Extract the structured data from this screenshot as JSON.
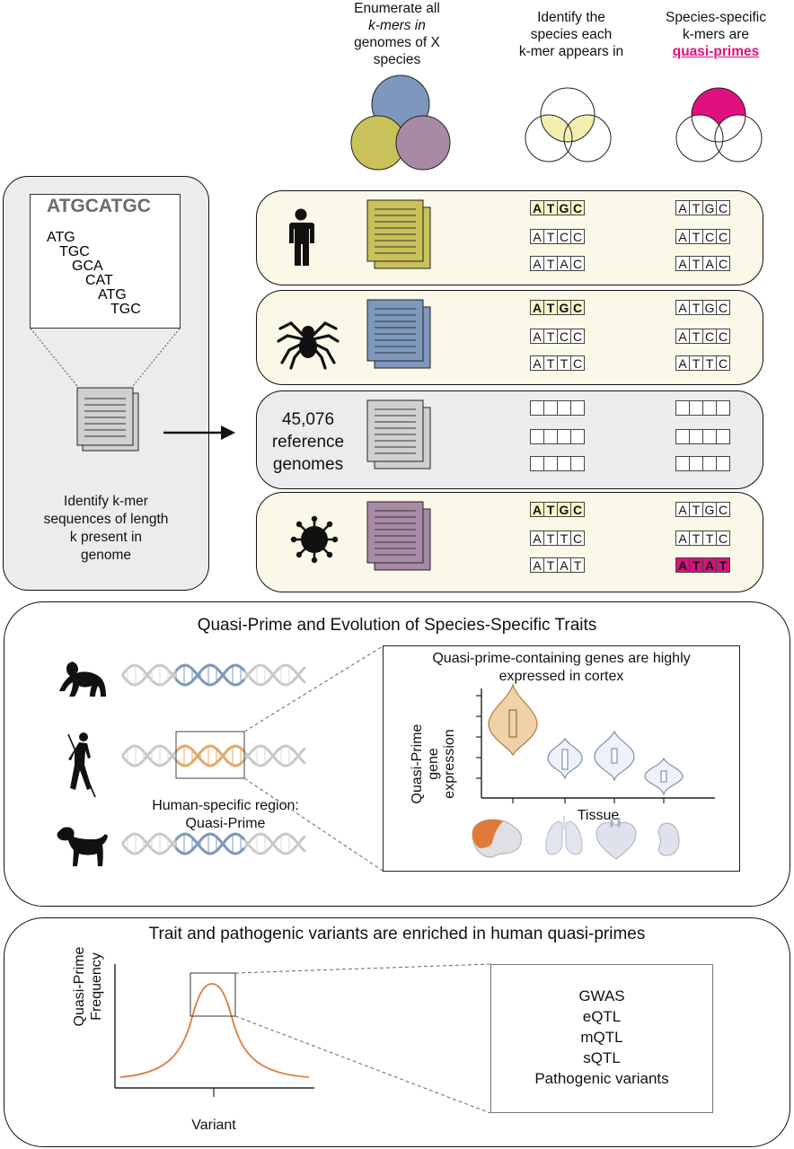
{
  "header": {
    "step1": [
      "Enumerate all",
      "k-mers in",
      "genomes of X",
      "species"
    ],
    "step2": [
      "Identify the",
      "species each",
      "k-mer appears in"
    ],
    "step3_line1": "Species-specific",
    "step3_line2_pre": "k-mers are",
    "step3_link": "quasi-primes"
  },
  "left_panel": {
    "sequence": "ATGCATGC",
    "kmers": [
      "ATG",
      "TGC",
      "GCA",
      "CAT",
      "ATG",
      "TGC"
    ],
    "caption": [
      "Identify k-mer",
      "sequences of length",
      "k present in",
      "genome"
    ]
  },
  "rows": [
    {
      "icon": "human-icon",
      "doc_color": "#c9c159",
      "mid": [
        {
          "t": "ATGC",
          "s": "hl"
        },
        {
          "t": "ATCC",
          "s": ""
        },
        {
          "t": "ATAC",
          "s": ""
        }
      ],
      "right": [
        {
          "t": "ATGC",
          "s": ""
        },
        {
          "t": "ATCC",
          "s": ""
        },
        {
          "t": "ATAC",
          "s": ""
        }
      ]
    },
    {
      "icon": "spider-icon",
      "doc_color": "#7d98bc",
      "mid": [
        {
          "t": "ATGC",
          "s": "hl"
        },
        {
          "t": "ATCC",
          "s": ""
        },
        {
          "t": "ATTC",
          "s": ""
        }
      ],
      "right": [
        {
          "t": "ATGC",
          "s": ""
        },
        {
          "t": "ATCC",
          "s": ""
        },
        {
          "t": "ATTC",
          "s": ""
        }
      ]
    },
    {
      "label": [
        "45,076",
        "reference",
        "genomes"
      ],
      "doc_color": "#d0d0d0",
      "mid": [
        {
          "t": "    ",
          "s": ""
        },
        {
          "t": "    ",
          "s": ""
        },
        {
          "t": "    ",
          "s": ""
        }
      ],
      "right": [
        {
          "t": "    ",
          "s": ""
        },
        {
          "t": "    ",
          "s": ""
        },
        {
          "t": "    ",
          "s": ""
        }
      ]
    },
    {
      "icon": "virus-icon",
      "doc_color": "#a88aa7",
      "mid": [
        {
          "t": "ATGC",
          "s": "hl"
        },
        {
          "t": "ATTC",
          "s": ""
        },
        {
          "t": "ATAT",
          "s": ""
        }
      ],
      "right": [
        {
          "t": "ATGC",
          "s": ""
        },
        {
          "t": "ATTC",
          "s": ""
        },
        {
          "t": "ATAT",
          "s": "pk"
        }
      ]
    }
  ],
  "evolution": {
    "title": "Quasi-Prime and Evolution of Species-Specific Traits",
    "region_label": [
      "Human-specific region:",
      "Quasi-Prime"
    ],
    "inset_title": [
      "Quasi-prime-containing genes are highly",
      "expressed in cortex"
    ],
    "ylabel": [
      "Quasi-Prime",
      "gene",
      "expression"
    ],
    "xlabel": "Tissue",
    "icons": [
      "chimpanzee-icon",
      "human-walking-icon",
      "dog-icon",
      "brain-icon",
      "lung-icon",
      "heart-icon",
      "kidney-icon"
    ]
  },
  "variants": {
    "title": "Trait and pathogenic variants are enriched in human quasi-primes",
    "ylabel": [
      "Quasi-Prime",
      "Frequency"
    ],
    "xlabel": "Variant",
    "list": [
      "GWAS",
      "eQTL",
      "mQTL",
      "sQTL",
      "Pathogenic variants"
    ]
  },
  "colors": {
    "yellow": "#c9c159",
    "blue": "#7d98bc",
    "purple": "#a88aa7",
    "magenta": "#e0107f",
    "highlight": "#fbf4c6",
    "orange": "#e08a4a",
    "rowbg": "#fbf8e7"
  }
}
